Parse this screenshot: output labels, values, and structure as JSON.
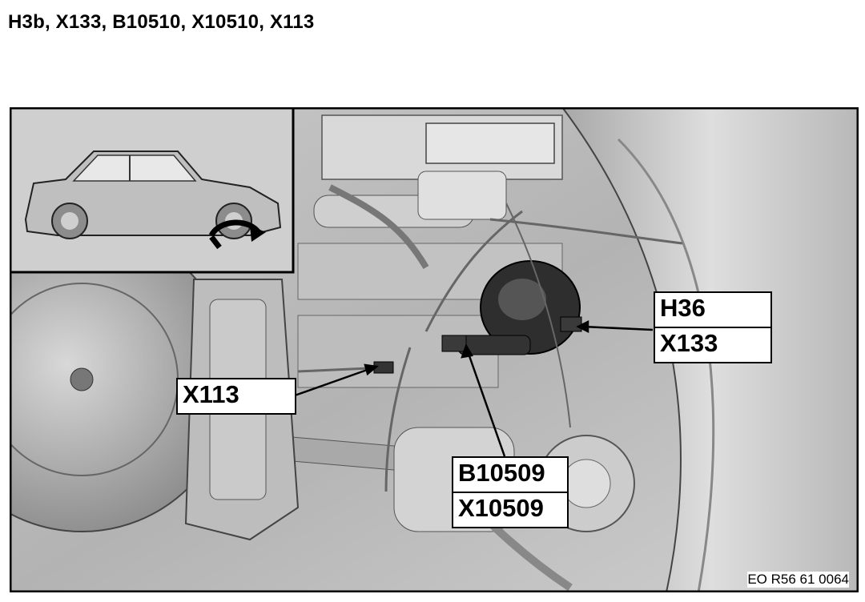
{
  "title": "H3b, X133, B10510, X10510, X113",
  "labels": {
    "h36": "H36",
    "x133": "X133",
    "x113": "X113",
    "b10509": "B10509",
    "x10509": "X10509"
  },
  "doc_id": "EO R56 61 0064",
  "colors": {
    "frame": "#000000",
    "component_dark": "#2a2a2a",
    "component_mid": "#9a9a9a",
    "component_light": "#d4d4d4"
  },
  "icons": [
    "car-side-icon",
    "rotation-arrow-icon"
  ]
}
